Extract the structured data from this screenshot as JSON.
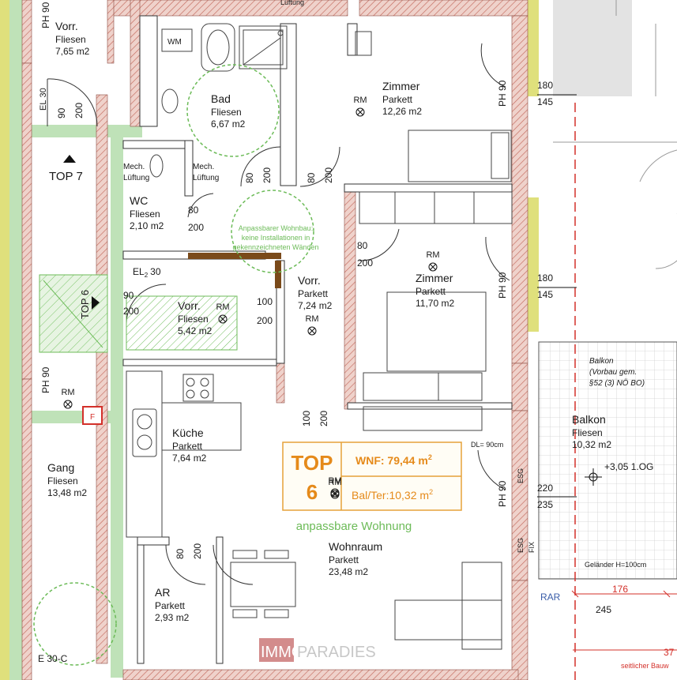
{
  "rooms": [
    {
      "id": "vorr-top",
      "name": "Vorr.",
      "floor": "Fliesen",
      "area": "7,65 m2"
    },
    {
      "id": "bad",
      "name": "Bad",
      "floor": "Fliesen",
      "area": "6,67 m2"
    },
    {
      "id": "zimmer-1",
      "name": "Zimmer",
      "floor": "Parkett",
      "area": "12,26 m2"
    },
    {
      "id": "wc",
      "name": "WC",
      "floor": "Fliesen",
      "area": "2,10 m2"
    },
    {
      "id": "zimmer-2",
      "name": "Zimmer",
      "floor": "Parkett",
      "area": "11,70 m2"
    },
    {
      "id": "vorr-main",
      "name": "Vorr.",
      "floor": "Parkett",
      "area": "7,24 m2"
    },
    {
      "id": "vorr-small",
      "name": "Vorr.",
      "floor": "Fliesen",
      "area": "5,42 m2"
    },
    {
      "id": "kueche",
      "name": "Küche",
      "floor": "Parkett",
      "area": "7,64 m2"
    },
    {
      "id": "gang",
      "name": "Gang",
      "floor": "Fliesen",
      "area": "13,48 m2"
    },
    {
      "id": "balkon",
      "name": "Balkon",
      "floor": "Fliesen",
      "area": "10,32 m2"
    },
    {
      "id": "wohnraum",
      "name": "Wohnraum",
      "floor": "Parkett",
      "area": "23,48 m2"
    },
    {
      "id": "ar",
      "name": "AR",
      "floor": "Parkett",
      "area": "2,93 m2"
    }
  ],
  "unit_box": {
    "top_label": "TOP",
    "top_number": "6",
    "wnf": "WNF: 79,44 m",
    "balter": "Bal/Ter:10,32 m",
    "sup": "2",
    "adaptive": "anpassbare Wohnung"
  },
  "labels": {
    "top7": "TOP 7",
    "top6_vertical": "TOP 6",
    "wm": "WM",
    "mech1_a": "Mech.",
    "mech1_b": "Lüftung",
    "mech2_a": "Mech.",
    "mech2_b": "Lüftung",
    "luftung_top": "Lüftung",
    "adapt_note_1": "Anpassbarer Wohnbau:",
    "adapt_note_2": "keine Installationen in",
    "adapt_note_3": "gekennzeichneten Wänden",
    "balkon_note_1": "Balkon",
    "balkon_note_2": "(Vorbau gem.",
    "balkon_note_3": "§52 (3) NÖ BO)",
    "dl": "DL= 90cm",
    "og": "+3,05 1.OG",
    "gelaender": "Geländer H=100cm",
    "rar": "RAR",
    "seitlicher": "seitlicher Bauw",
    "el_a": "EL",
    "el_b": "30",
    "el2_a": "EL",
    "el2_sub": "2",
    "el2_b": "30",
    "e30c": "E 30-C",
    "fire": "F",
    "esg1": "ESG",
    "esg2": "ESG",
    "fix": "FIX",
    "ph_top_left": "PH 90",
    "ph_gang": "PH 90",
    "ph_z1": "PH 90",
    "ph_z2": "PH 90",
    "ph_wohn": "PH 90"
  },
  "rm_marks": [
    "RM",
    "RM",
    "RM",
    "RM",
    "RM",
    "RM",
    "RM"
  ],
  "door_dims": [
    "90",
    "200",
    "80",
    "200",
    "80",
    "200",
    "80",
    "200",
    "80",
    "200",
    "90",
    "200",
    "100",
    "200",
    "100",
    "200",
    "80",
    "200"
  ],
  "window_dims": [
    "180",
    "145",
    "180",
    "145",
    "220",
    "235"
  ],
  "red_dims": [
    "176",
    "245",
    "37"
  ],
  "watermark": {
    "brand_a": "IMMO",
    "brand_b": "PARADIES"
  },
  "colors": {
    "wall": "#e6b8b0",
    "hatch": "#c46a5e",
    "green_wall": "#bfe2b8",
    "yellow_edge": "#cfd25a",
    "green_zone": "#6cbb58",
    "unit_box": "#e5a23a",
    "red_line": "#d3302a",
    "wnf_orange": "#e58a1a"
  }
}
